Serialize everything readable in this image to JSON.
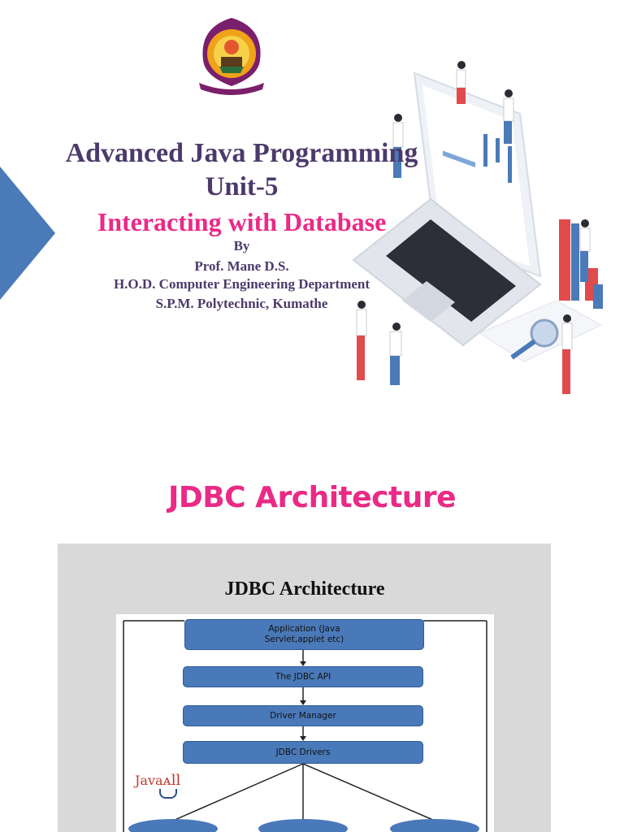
{
  "slide1": {
    "title_line1": "Advanced Java Programming",
    "title_line2": "Unit-5",
    "subtitle": "Interacting with Database",
    "by": "By",
    "author": "Prof. Mane D.S.",
    "designation": "H.O.D. Computer Engineering Department",
    "institution": "S.P.M. Polytechnic, Kumathe"
  },
  "slide2": {
    "heading": "JDBC Architecture",
    "diagram": {
      "title": "JDBC Architecture",
      "boxes": [
        {
          "line1": "Application (Java",
          "line2": "Servlet,applet etc)"
        },
        {
          "line1": "The JDBC API"
        },
        {
          "line1": "Driver Manager"
        },
        {
          "line1": "JDBC Drivers"
        }
      ],
      "logo_text": "Java",
      "colors": {
        "box": "#4a79b9",
        "frame": "#d9d9d9"
      }
    }
  },
  "colors": {
    "title": "#4b3a6b",
    "accent_pink": "#ea2a86",
    "triangle_blue": "#4a7ab8"
  }
}
